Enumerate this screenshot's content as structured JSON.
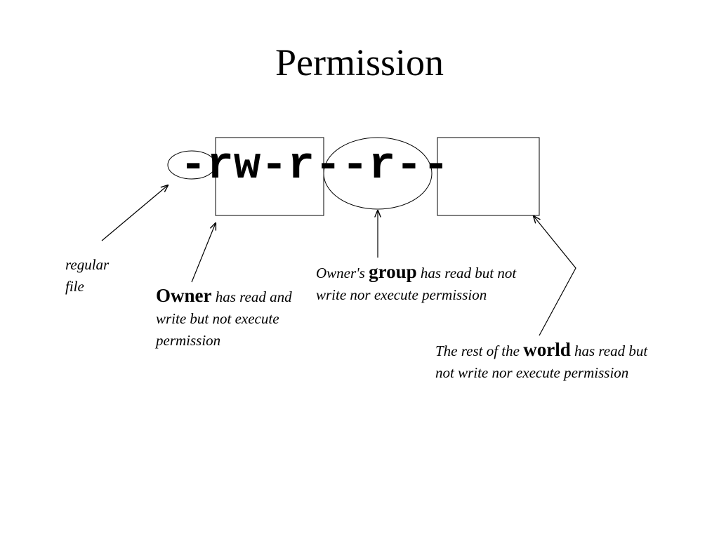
{
  "title": "Permission",
  "permission_string": "-rw-r--r--",
  "labels": {
    "type": {
      "text": "regular file"
    },
    "owner": {
      "keyword": "Owner",
      "text": " has read and write but not execute permission"
    },
    "group": {
      "prefix": "Owner's ",
      "keyword": "group",
      "text": " has read but not write nor execute permission"
    },
    "world": {
      "prefix": "The rest of the ",
      "keyword": "world",
      "text": " has read but not write nor execute permission"
    }
  }
}
